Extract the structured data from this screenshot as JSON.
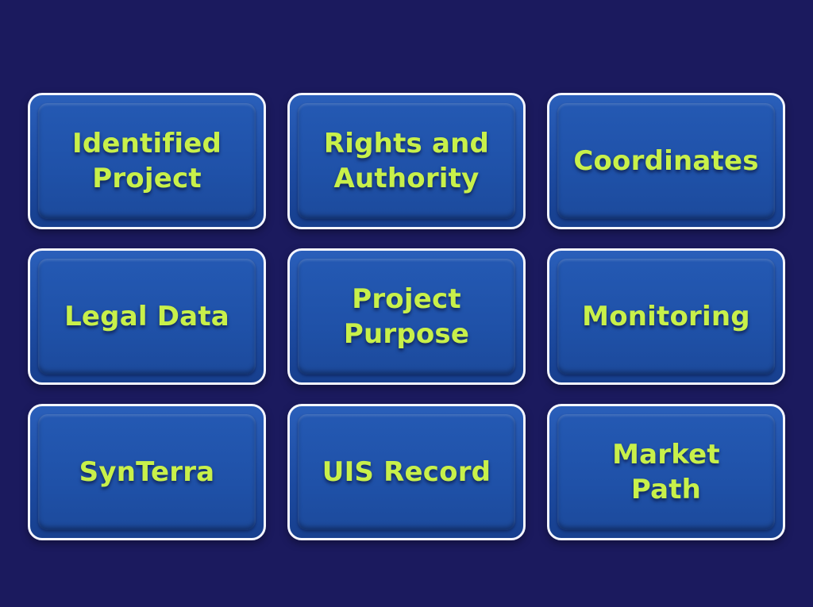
{
  "colors": {
    "background": "#1b1a5e",
    "tile": "#1f51a8",
    "tile_border": "#f4f6ff",
    "label": "#c8f04a"
  },
  "tiles": [
    {
      "label": "Identified\nProject"
    },
    {
      "label": "Rights and\nAuthority"
    },
    {
      "label": "Coordinates"
    },
    {
      "label": "Legal Data"
    },
    {
      "label": "Project\nPurpose"
    },
    {
      "label": "Monitoring"
    },
    {
      "label": "SynTerra"
    },
    {
      "label": "UIS Record"
    },
    {
      "label": "Market\nPath"
    }
  ]
}
